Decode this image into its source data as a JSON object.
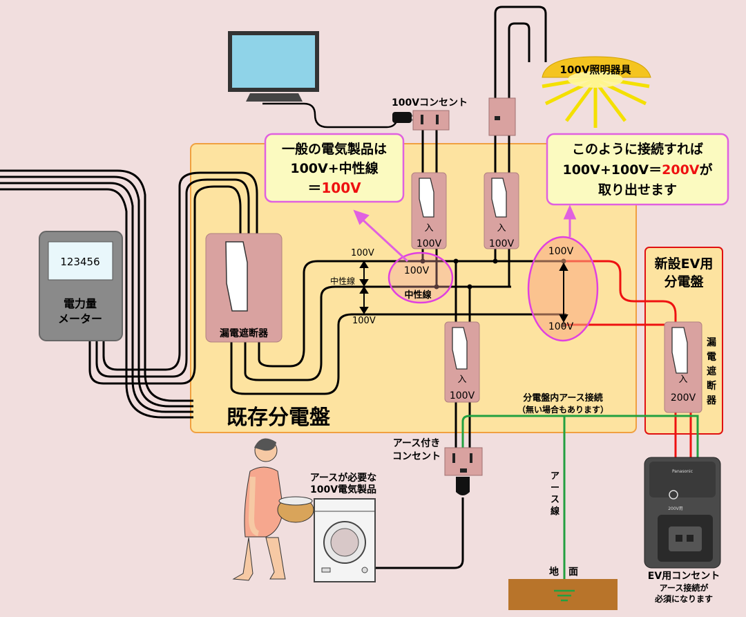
{
  "meter": {
    "display": "123456",
    "label_line1": "電力量",
    "label_line2": "メーター"
  },
  "main_breaker": {
    "label": "漏電遮断器"
  },
  "panel": {
    "label": "既存分電盤"
  },
  "outlet_100v": {
    "label": "100Vコンセント"
  },
  "lighting": {
    "label": "100V照明器具"
  },
  "callout_left": {
    "line1": "一般の電気製品は",
    "line2": "100V+中性線",
    "line3_prefix": "＝",
    "line3_value": "100V"
  },
  "callout_right": {
    "line1": "このように接続すれば",
    "line2_prefix": "100V+100V＝",
    "line2_value": "200V",
    "line2_suffix": "が",
    "line3": "取り出せます"
  },
  "breakers": {
    "b1": {
      "switch": "入",
      "voltage": "100V"
    },
    "b2": {
      "switch": "入",
      "voltage": "100V"
    },
    "b3": {
      "switch": "入",
      "voltage": "100V"
    },
    "ev": {
      "switch": "入",
      "voltage": "200V"
    }
  },
  "bus_labels": {
    "top": "100V",
    "neutral": "中性線",
    "bottom": "100V",
    "left_top": "100V",
    "left_neutral": "中性線",
    "right_top": "100V",
    "right_bottom": "100V"
  },
  "ev_panel": {
    "title_line1": "新設EV用",
    "title_line2": "分電盤",
    "breaker_label": [
      "漏",
      "電",
      "遮",
      "断",
      "器"
    ]
  },
  "earth_note": {
    "line1": "分電盤内アース接続",
    "line2": "（無い場合もあります）"
  },
  "earth_outlet": {
    "line1": "アース付き",
    "line2": "コンセント"
  },
  "appliance": {
    "line1": "アースが必要な",
    "line2": "100V電気製品"
  },
  "earth_wire": {
    "label": [
      "ア",
      "ー",
      "ス",
      "線"
    ]
  },
  "ground": {
    "label": "地　面"
  },
  "ev_outlet": {
    "label": "EV用コンセント",
    "note_line1": "アース接続が",
    "note_line2": "必須になります",
    "brand": "Panasonic",
    "badge": "200V用"
  },
  "colors": {
    "accent_red": "#ee1111",
    "earth_green": "#22a040",
    "panel_fill": "#fde3a0",
    "panel_border": "#f0a040",
    "breaker_fill": "#d9a2a0",
    "callout_border": "#e060e0"
  }
}
